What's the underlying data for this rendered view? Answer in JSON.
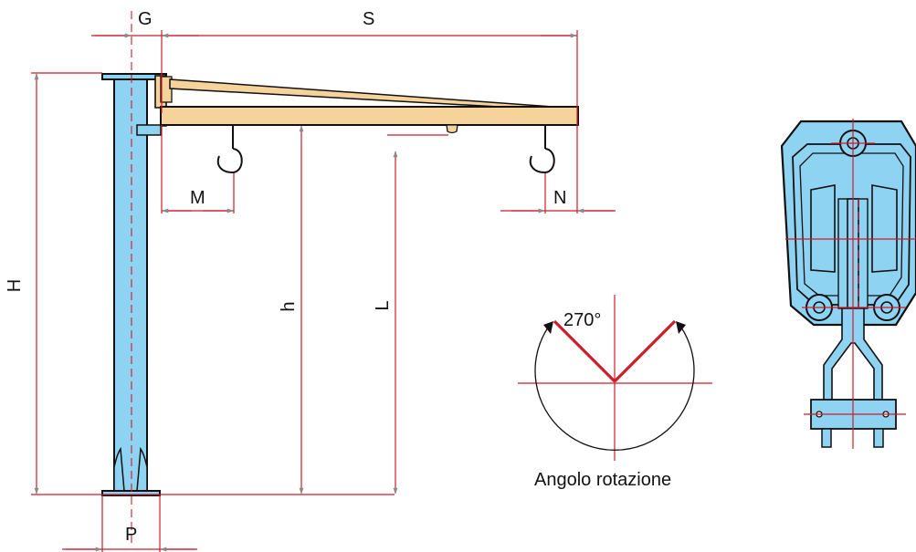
{
  "labels": {
    "G": "G",
    "S": "S",
    "M": "M",
    "N": "N",
    "H": "H",
    "h": "h",
    "L": "L",
    "P": "P",
    "angle": "270°",
    "rotation": "Angolo rotazione"
  },
  "colors": {
    "column": "#8fd3f2",
    "boom": "#f6d39a",
    "dimension": "#d11a2a",
    "outline": "#111111",
    "trolley": "#8fd3f2"
  }
}
